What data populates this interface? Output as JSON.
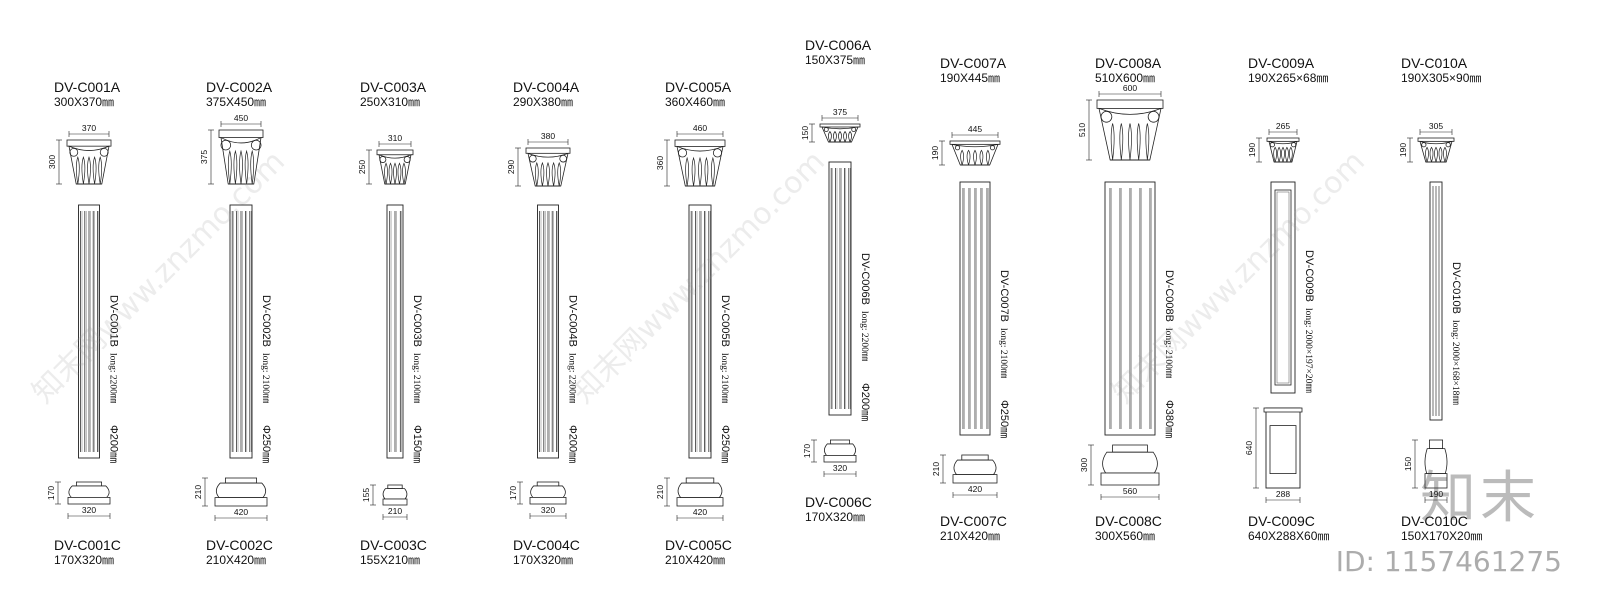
{
  "columns": [
    {
      "a_code": "DV-C001A",
      "a_size": "300X370㎜",
      "cap_w": "370",
      "cap_h": "300",
      "b_code": "DV-C001B",
      "b_long": "long: 2200㎜",
      "b_dia": "Φ200㎜",
      "base_h": "170",
      "base_w": "320",
      "c_code": "DV-C001C",
      "c_size": "170X320㎜"
    },
    {
      "a_code": "DV-C002A",
      "a_size": "375X450㎜",
      "cap_w": "450",
      "cap_h": "375",
      "b_code": "DV-C002B",
      "b_long": "long: 2100㎜",
      "b_dia": "Φ250㎜",
      "base_h": "210",
      "base_w": "420",
      "c_code": "DV-C002C",
      "c_size": "210X420㎜"
    },
    {
      "a_code": "DV-C003A",
      "a_size": "250X310㎜",
      "cap_w": "310",
      "cap_h": "250",
      "b_code": "DV-C003B",
      "b_long": "long: 2100㎜",
      "b_dia": "Φ150㎜",
      "base_h": "155",
      "base_w": "210",
      "c_code": "DV-C003C",
      "c_size": "155X210㎜"
    },
    {
      "a_code": "DV-C004A",
      "a_size": "290X380㎜",
      "cap_w": "380",
      "cap_h": "290",
      "b_code": "DV-C004B",
      "b_long": "long: 2200㎜",
      "b_dia": "Φ200㎜",
      "base_h": "170",
      "base_w": "320",
      "c_code": "DV-C004C",
      "c_size": "170X320㎜"
    },
    {
      "a_code": "DV-C005A",
      "a_size": "360X460㎜",
      "cap_w": "460",
      "cap_h": "360",
      "b_code": "DV-C005B",
      "b_long": "long: 2100㎜",
      "b_dia": "Φ250㎜",
      "base_h": "210",
      "base_w": "420",
      "c_code": "DV-C005C",
      "c_size": "210X420㎜"
    },
    {
      "a_code": "DV-C006A",
      "a_size": "150X375㎜",
      "cap_w": "375",
      "cap_h": "150",
      "b_code": "DV-C006B",
      "b_long": "long: 2200㎜",
      "b_dia": "Φ200㎜",
      "base_h": "170",
      "base_w": "320",
      "c_code": "DV-C006C",
      "c_size": "170X320㎜"
    },
    {
      "a_code": "DV-C007A",
      "a_size": "190X445㎜",
      "cap_w": "445",
      "cap_h": "190",
      "b_code": "DV-C007B",
      "b_long": "long: 2100㎜",
      "b_dia": "Φ250㎜",
      "base_h": "210",
      "base_w": "420",
      "c_code": "DV-C007C",
      "c_size": "210X420㎜"
    },
    {
      "a_code": "DV-C008A",
      "a_size": "510X600㎜",
      "cap_w": "600",
      "cap_h": "510",
      "b_code": "DV-C008B",
      "b_long": "long: 2100㎜",
      "b_dia": "Φ380㎜",
      "base_h": "300",
      "base_w": "560",
      "c_code": "DV-C008C",
      "c_size": "300X560㎜"
    },
    {
      "a_code": "DV-C009A",
      "a_size": "190X265×68㎜",
      "cap_w": "265",
      "cap_h": "190",
      "b_code": "DV-C009B",
      "b_long": "long: 2000×197×20㎜",
      "b_dia": "",
      "base_h": "640",
      "base_w": "288",
      "c_code": "DV-C009C",
      "c_size": "640X288X60㎜"
    },
    {
      "a_code": "DV-C010A",
      "a_size": "190X305×90㎜",
      "cap_w": "305",
      "cap_h": "190",
      "b_code": "DV-C010B",
      "b_long": "long: 2000×168×18㎜",
      "b_dia": "",
      "base_h": "150",
      "base_w": "190",
      "c_code": "DV-C010C",
      "c_size": "150X170X20㎜"
    }
  ],
  "watermark": {
    "text": "知末网www.znzmo.com"
  },
  "logo": {
    "text": "知末"
  },
  "id_tag": {
    "text": "ID: 1157461275"
  }
}
